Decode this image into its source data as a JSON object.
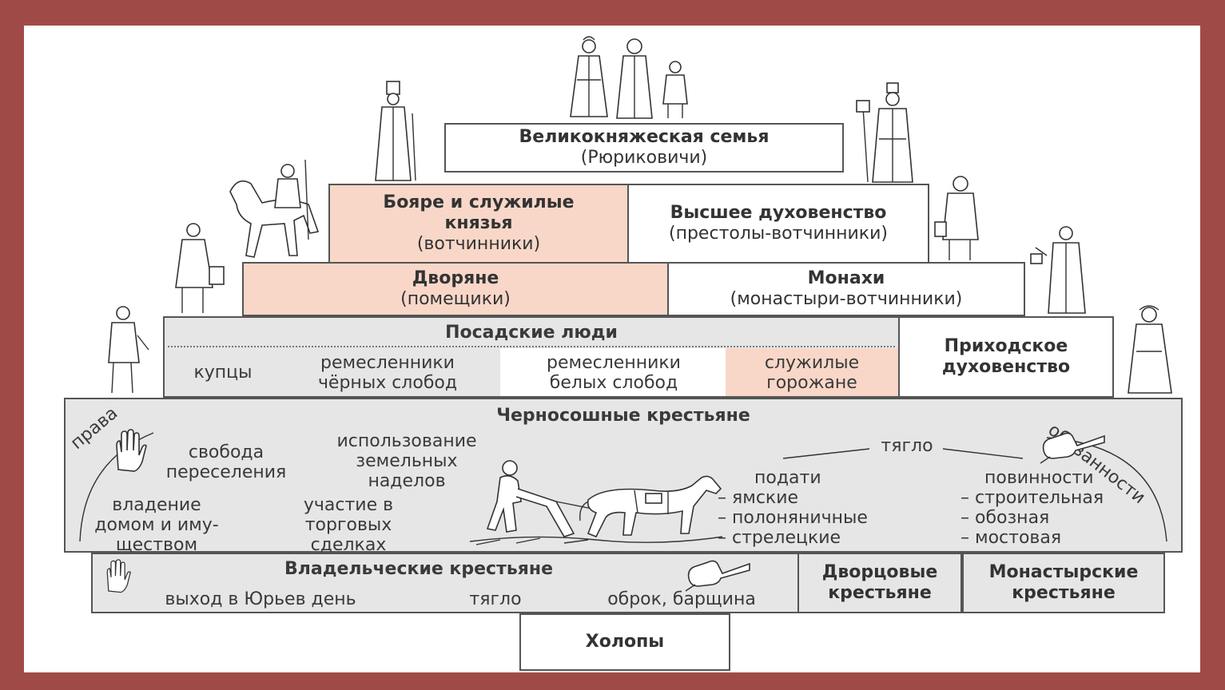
{
  "tiers": {
    "grand_family": {
      "title": "Великокняжеская семья",
      "subtitle": "(Рюриковичи)"
    },
    "boyars": {
      "title_line1": "Бояре и служилые",
      "title_line2": "князья",
      "subtitle": "(вотчинники)"
    },
    "high_clergy": {
      "title": "Высшее духовенство",
      "subtitle": "(престолы-вотчинники)"
    },
    "nobles": {
      "title": "Дворяне",
      "subtitle": "(помещики)"
    },
    "monks": {
      "title": "Монахи",
      "subtitle": "(монастыри-вотчинники)"
    },
    "townspeople": {
      "title": "Посадские люди",
      "groups": [
        {
          "line1": "купцы",
          "line2": ""
        },
        {
          "line1": "ремесленники",
          "line2": "чёрных слобод"
        },
        {
          "line1": "ремесленники",
          "line2": "белых слобод"
        },
        {
          "line1": "служилые",
          "line2": "горожане"
        }
      ]
    },
    "parish_clergy": {
      "line1": "Приходское",
      "line2": "духовенство"
    },
    "black_peasants": {
      "title": "Черносошные крестьяне",
      "rights_label": "права",
      "duties_label": "обязанности",
      "rights": [
        {
          "line1": "свобода",
          "line2": "переселения",
          "line3": ""
        },
        {
          "line1": "использование",
          "line2": "земельных",
          "line3": "наделов"
        },
        {
          "line1": "владение",
          "line2": "домом и иму-",
          "line3": "ществом"
        },
        {
          "line1": "участие в",
          "line2": "торговых",
          "line3": "сделках"
        }
      ],
      "tyaglo": "тягло",
      "taxes": {
        "title": "подати",
        "items": [
          "– ямские",
          "– полоняничные",
          "– стрелецкие"
        ]
      },
      "obligations": {
        "title": "повинности",
        "items": [
          "– строительная",
          "– обозная",
          "– мостовая"
        ]
      }
    },
    "owned_peasants": {
      "title": "Владельческие крестьяне",
      "right": "выход в Юрьев день",
      "tyaglo": "тягло",
      "duty": "оброк, барщина"
    },
    "palace_peasants": {
      "line1": "Дворцовые",
      "line2": "крестьяне"
    },
    "monastery_peasants": {
      "line1": "Монастырские",
      "line2": "крестьяне"
    },
    "serfs": {
      "title": "Холопы"
    }
  },
  "colors": {
    "pink": "#f8d7c8",
    "grey": "#e6e6e6",
    "frame": "#a04a48"
  },
  "icons": [
    "raised-palm-icon",
    "pointing-hand-icon",
    "plough-horse-icon",
    "person-figure-icon"
  ]
}
